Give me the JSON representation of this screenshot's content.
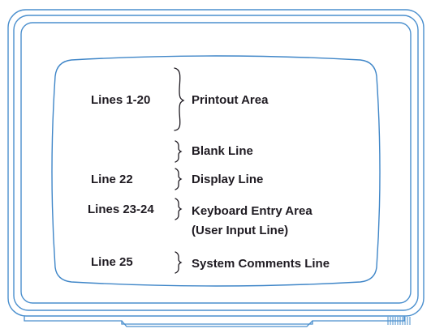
{
  "colors": {
    "background": "#ffffff",
    "monitor_outline": "#4a8fce",
    "screen_outline": "#3f86c8",
    "text": "#1f1b22"
  },
  "rows": [
    {
      "line_label": "Lines 1-20",
      "area_label": "Printout Area"
    },
    {
      "line_label": "",
      "area_label": "Blank Line"
    },
    {
      "line_label": "Line 22",
      "area_label": "Display Line"
    },
    {
      "line_label": "Lines 23-24",
      "area_label": "Keyboard Entry Area",
      "area_sublabel": "(User Input Line)"
    },
    {
      "line_label": "Line 25",
      "area_label": "System Comments Line"
    }
  ]
}
